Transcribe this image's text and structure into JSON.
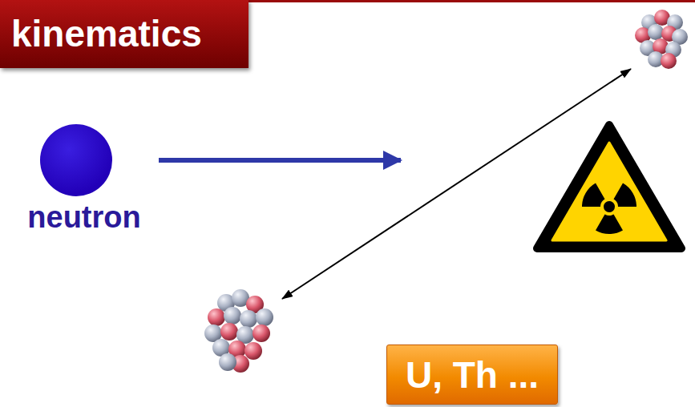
{
  "diagram": {
    "title": "kinematics",
    "nodes": [
      {
        "text": [
          "neutron"
        ]
      },
      {
        "text": [
          "U, Th ..."
        ]
      }
    ],
    "edges": [
      {
        "from": 0,
        "to": 1,
        "arrow": "to"
      }
    ]
  }
}
